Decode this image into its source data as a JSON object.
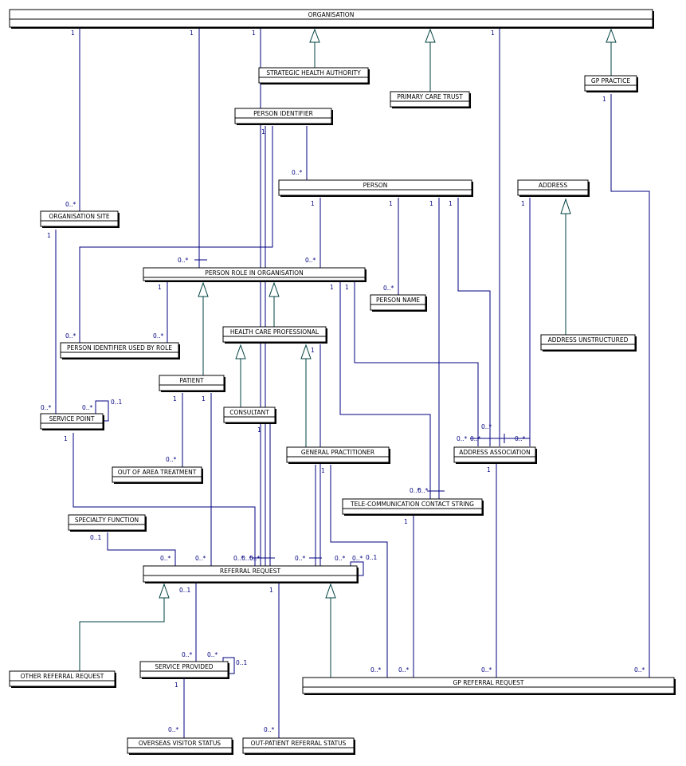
{
  "classes": {
    "organisation": "ORGANISATION",
    "strategic_health_authority": "STRATEGIC HEALTH AUTHORITY",
    "primary_care_trust": "PRIMARY CARE TRUST",
    "gp_practice": "GP PRACTICE",
    "person_identifier": "PERSON IDENTIFIER",
    "person": "PERSON",
    "address": "ADDRESS",
    "organisation_site": "ORGANISATION SITE",
    "person_role_in_organisation": "PERSON ROLE IN ORGANISATION",
    "person_name": "PERSON NAME",
    "health_care_professional": "HEALTH CARE PROFESSIONAL",
    "address_unstructured": "ADDRESS UNSTRUCTURED",
    "person_identifier_used_by_role": "PERSON IDENTIFIER USED BY ROLE",
    "patient": "PATIENT",
    "service_point": "SERVICE POINT",
    "consultant": "CONSULTANT",
    "general_practitioner": "GENERAL PRACTITIONER",
    "address_association": "ADDRESS ASSOCIATION",
    "out_of_area_treatment": "OUT OF AREA TREATMENT",
    "telecommunication_contact_string": "TELE-COMMUNICATION CONTACT STRING",
    "specialty_function": "SPECIALTY FUNCTION",
    "referral_request": "REFERRAL REQUEST",
    "other_referral_request": "OTHER REFERRAL REQUEST",
    "service_provided": "SERVICE PROVIDED",
    "gp_referral_request": "GP REFERRAL REQUEST",
    "overseas_visitor_status": "OVERSEAS VISITOR STATUS",
    "out_patient_referral_status": "OUT-PATIENT REFERRAL STATUS"
  },
  "multiplicities": {
    "org_to_site": "1",
    "org_to_role": "1",
    "org_to_referral": "1",
    "org_to_address_assoc": "1",
    "site_end": "0..*",
    "site_to_service_point": "1",
    "gp_practice_end": "1",
    "person_identifier_end": "1",
    "person_end_from_identifier": "0..*",
    "person_to_role": "1",
    "person_to_name": "1",
    "person_to_telecom": "1",
    "person_to_address": "1",
    "address_end": "1",
    "role_from_org": "0..*",
    "role_from_person": "0..*",
    "role_to_identifier_used": "1",
    "role_right_a": "1",
    "role_right_b": "1",
    "person_name_end": "0..*",
    "pi_used_left": "0..*",
    "pi_used_right": "0..*",
    "hcp_end": "1",
    "service_point_end": "0..*",
    "service_point_self_a": "0..*",
    "service_point_self_b": "0..1",
    "service_point_to_referral": "1",
    "patient_a": "1",
    "patient_b": "1",
    "consultant_end": "1",
    "gp_end": "1",
    "address_assoc_a": "0..*",
    "address_assoc_b": "0..*",
    "address_assoc_c": "0..*",
    "address_assoc_d": "0..*",
    "address_assoc_bottom": "1",
    "out_of_area_end": "0..*",
    "telecom_end": "0..*",
    "telecom_end_b": "0..*",
    "telecom_bottom": "1",
    "specialty_end": "0..1",
    "referral_from_specialty": "0..*",
    "referral_from_patient": "0..*",
    "referral_from_sp_a": "0..*",
    "referral_from_sp_b": "0..*",
    "referral_from_org": "0..*",
    "referral_from_gp": "0..*",
    "referral_from_hcp": "0..*",
    "referral_self_a": "0..*",
    "referral_self_b": "0..1",
    "referral_to_service": "0..1",
    "referral_to_status": "1",
    "service_provided_end": "0..*",
    "service_self_a": "0..*",
    "service_self_b": "0..1",
    "service_to_overseas": "1",
    "overseas_end": "0..*",
    "outpatient_end": "0..*",
    "gp_ref_a": "0..*",
    "gp_ref_b": "0..*",
    "gp_ref_c": "0..*",
    "gp_ref_d": "0..*"
  }
}
